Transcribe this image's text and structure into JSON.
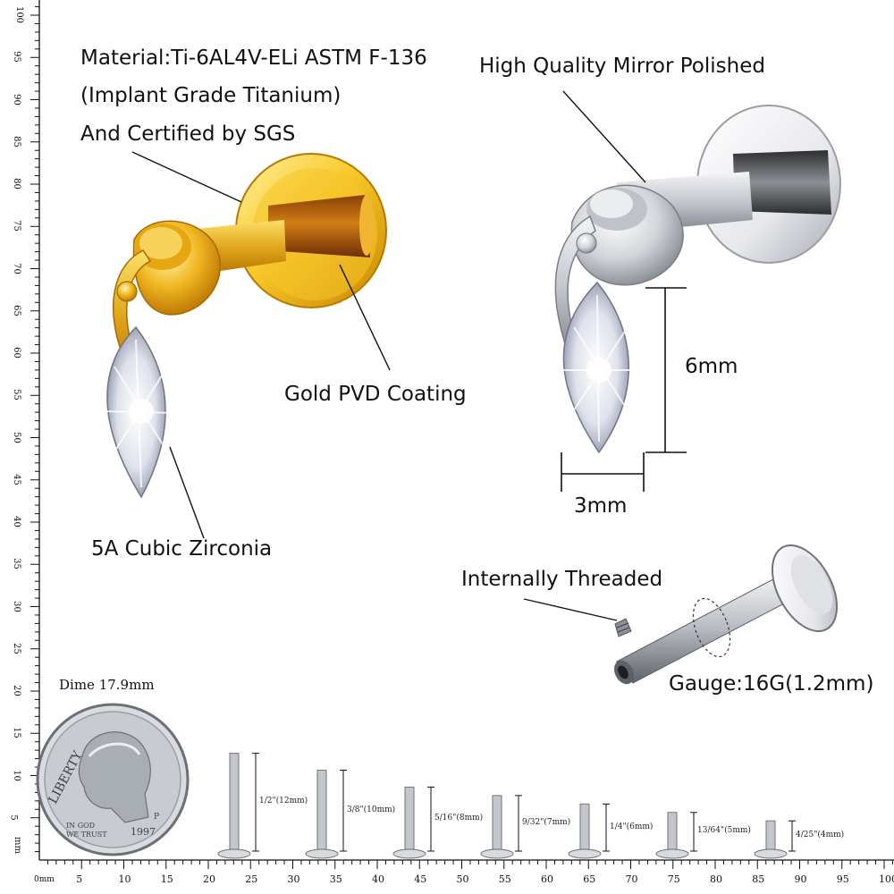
{
  "callouts": {
    "material_line1": "Material:Ti-6AL4V-ELi ASTM F-136",
    "material_line2": "(Implant Grade Titanium)",
    "material_line3": "And Certified by SGS",
    "mirror": "High Quality Mirror Polished",
    "gold": "Gold PVD Coating",
    "zirconia": "5A Cubic Zirconia",
    "threaded": "Internally Threaded",
    "gauge": "Gauge:16G(1.2mm)"
  },
  "dimensions": {
    "height": "6mm",
    "width": "3mm"
  },
  "dime": {
    "caption": "Dime 17.9mm",
    "word": "LIBERTY",
    "motto": "IN GOD WE TRUST",
    "year": "1997",
    "mint": "P"
  },
  "lengths": [
    {
      "label": "1/2\"(12mm)",
      "mm": 12
    },
    {
      "label": "3/8\"(10mm)",
      "mm": 10
    },
    {
      "label": "5/16\"(8mm)",
      "mm": 8
    },
    {
      "label": "9/32\"(7mm)",
      "mm": 7
    },
    {
      "label": "1/4\"(6mm)",
      "mm": 6
    },
    {
      "label": "13/64\"(5mm)",
      "mm": 5
    },
    {
      "label": "4/25\"(4mm)",
      "mm": 4
    }
  ],
  "ruler": {
    "unit_label": "mm",
    "bottom_zero": "0mm",
    "bottom_labels": [
      "5",
      "10",
      "15",
      "20",
      "25",
      "30",
      "35",
      "40",
      "45",
      "50",
      "55",
      "60",
      "65",
      "70",
      "75",
      "80",
      "85",
      "90",
      "95",
      "100"
    ],
    "left_labels": [
      "5",
      "10",
      "15",
      "20",
      "25",
      "30",
      "35",
      "40",
      "45",
      "50",
      "55",
      "60",
      "65",
      "70",
      "75",
      "80",
      "85",
      "90",
      "95",
      "100"
    ]
  },
  "colors": {
    "gold": "#e0a418",
    "gold_dark": "#9a5a00",
    "steel": "#c9ccd1",
    "steel_dark": "#6c7077",
    "line": "#111111"
  }
}
